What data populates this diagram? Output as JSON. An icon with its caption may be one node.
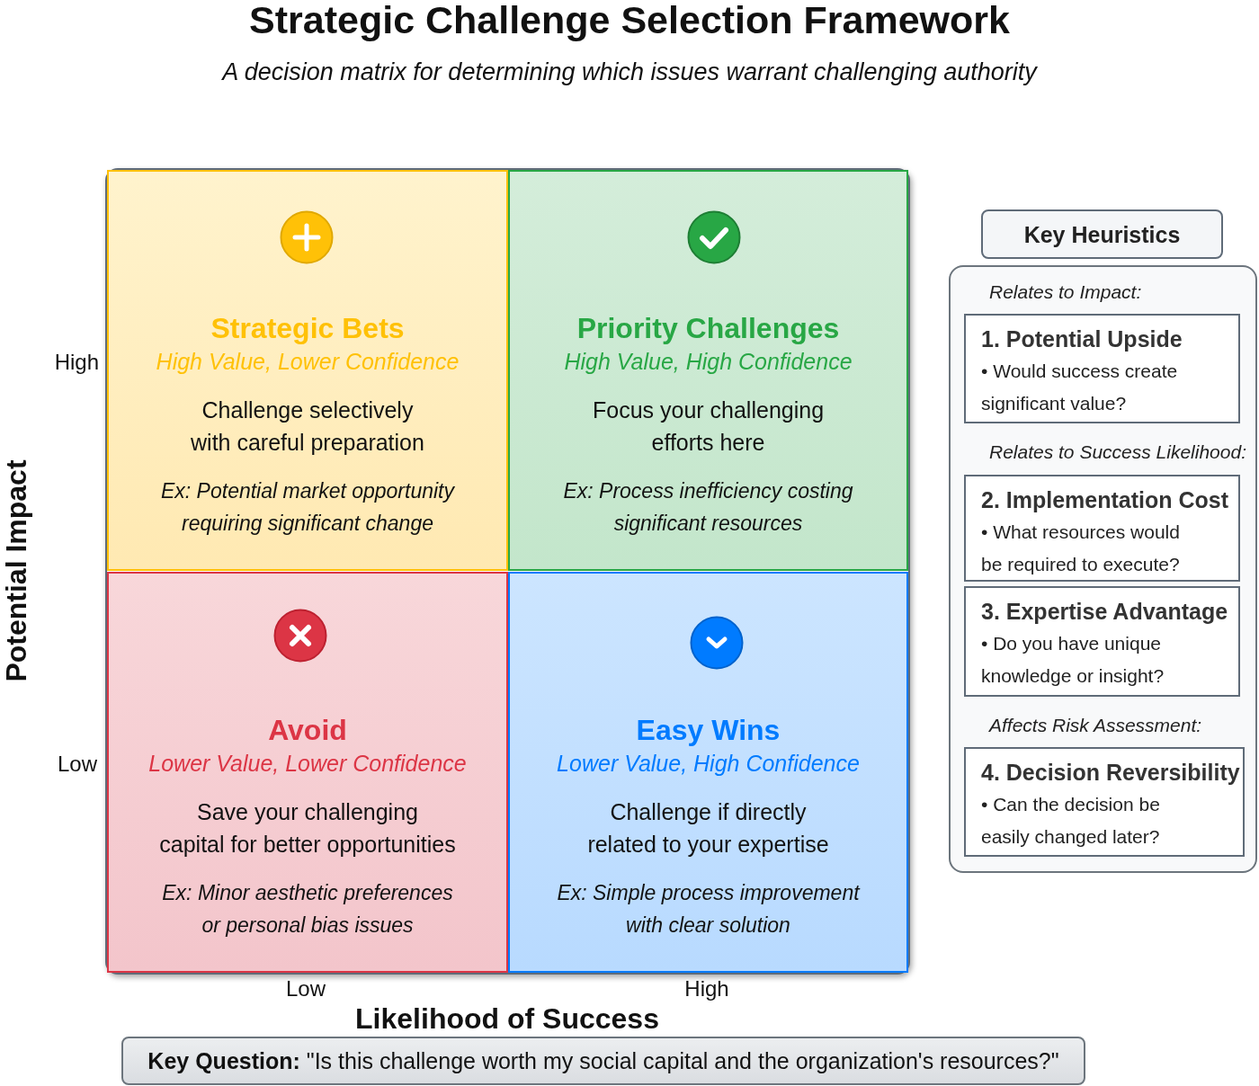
{
  "diagram": {
    "title": "Strategic Challenge Selection Framework",
    "nodes": [
      {
        "text": [],
        "shape": "box"
      },
      {
        "text": [
          "Strategic Bets",
          "High Value, Lower Confidence",
          "Challenge selectively with careful preparation",
          "Ex: Potential market opportunity requiring significant change"
        ],
        "in": 0
      },
      {
        "text": [
          "Priority Challenges",
          "High Value, High Confidence",
          "Focus your challenging efforts here",
          "Ex: Process inefficiency costing significant resources"
        ],
        "in": 0
      },
      {
        "text": [
          "Avoid",
          "Lower Value, Lower Confidence",
          "Save your challenging capital for better opportunities",
          "Ex: Minor aesthetic preferences or personal bias issues"
        ],
        "in": 0
      },
      {
        "text": [
          "Easy Wins",
          "Lower Value, High Confidence",
          "Challenge if directly related to your expertise",
          "Ex: Simple process improvement with clear solution"
        ],
        "in": 0
      },
      {
        "text": [
          "Key Heuristics"
        ]
      },
      {
        "text": [
          "Relates to Impact:",
          "Relates to Success Likelihood:",
          "Affects Risk Assessment:"
        ]
      },
      {
        "text": [
          "1. Potential Upside",
          "• Would success create significant value?"
        ],
        "in": 6
      },
      {
        "text": [
          "2. Implementation Cost",
          "• What resources would be required to execute?"
        ],
        "in": 6
      },
      {
        "text": [
          "3. Expertise Advantage",
          "• Do you have unique knowledge or insight?"
        ],
        "in": 6
      },
      {
        "text": [
          "4. Decision Reversibility",
          "• Can the decision be easily changed later?"
        ],
        "in": 6
      },
      {
        "text": [
          "**Key Question:** \"Is this challenge worth my social capital and the organization's resources?\""
        ]
      }
    ],
    "labels": [
      "A decision matrix for determining which issues warrant challenging authority",
      "High",
      "Potential Impact",
      "Low",
      "Low",
      "High",
      "Likelihood of Success"
    ]
  }
}
